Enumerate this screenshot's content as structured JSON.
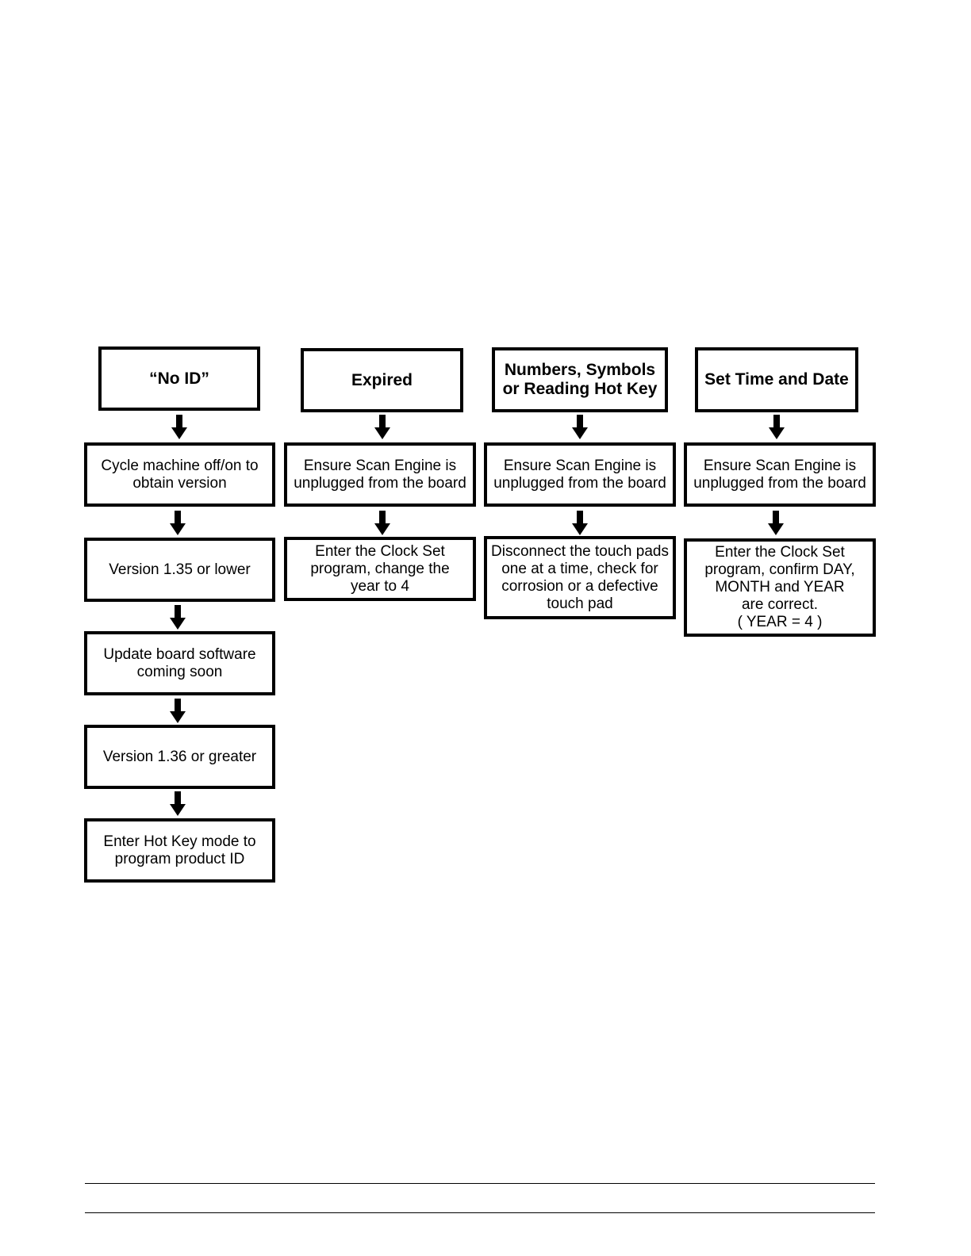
{
  "columns": [
    {
      "header": "“No ID”",
      "steps": [
        "Cycle machine off/on to\nobtain version",
        "Version 1.35 or lower",
        "Update board software\ncoming soon",
        "Version 1.36 or greater",
        "Enter Hot Key mode to\nprogram product ID"
      ]
    },
    {
      "header": "Expired",
      "steps": [
        "Ensure Scan Engine is\nunplugged from the board",
        "Enter the Clock Set\nprogram, change the\nyear to 4"
      ]
    },
    {
      "header": "Numbers, Symbols\nor Reading Hot Key",
      "steps": [
        "Ensure Scan Engine is\nunplugged from the board",
        "Disconnect the touch pads\none at  a time, check for\ncorrosion or a defective\ntouch pad"
      ]
    },
    {
      "header": "Set Time and Date",
      "steps": [
        "Ensure Scan Engine is\nunplugged from the board",
        "Enter the Clock Set\nprogram, confirm DAY,\nMONTH and YEAR\nare correct.\n( YEAR = 4 )"
      ]
    }
  ],
  "icons": {
    "arrow": "down-arrow-icon"
  }
}
